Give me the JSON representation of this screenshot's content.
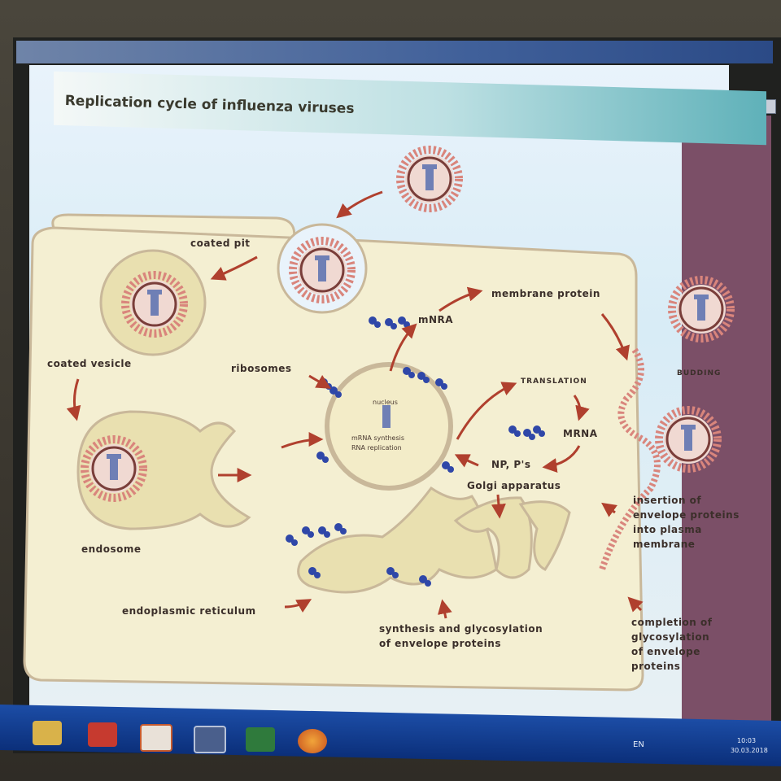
{
  "window": {
    "title": ""
  },
  "slide": {
    "title": "Replication cycle of influenza viruses",
    "labels": {
      "coated_pit": "coated pit",
      "coated_vesicle": "coated vesicle",
      "endosome": "endosome",
      "ribosomes": "ribosomes",
      "nucleus": "nucleus",
      "mrna_synthesis": "mRNA synthesis",
      "rna_replication": "RNA replication",
      "mrna_top": "mNRA",
      "membrane_protein": "membrane protein",
      "translation": "TRANSLATION",
      "mrna_right": "MRNA",
      "np_ps": "NP, P's",
      "golgi": "Golgi apparatus",
      "budding": "BUDDING",
      "insertion": "insertion of\nenvelope proteins\ninto plasma\nmembrane",
      "er": "endoplasmic reticulum",
      "synthesis": "synthesis and glycosylation\nof envelope proteins",
      "completion": "completion of\nglycosylation\nof envelope\nproteins"
    }
  },
  "taskbar": {
    "apps": [
      "file-explorer-icon",
      "acrobat-icon",
      "powerpoint-icon",
      "window-icon",
      "excel-icon",
      "firefox-icon"
    ],
    "tray_lang": "EN",
    "clock_time": "10:03",
    "clock_date": "30.03.2018"
  },
  "colors": {
    "virus_pink": "#d9857c",
    "virus_dark": "#7a3e3a",
    "ribosome_blue": "#2f47a8",
    "cell_fill": "#f4efd2",
    "organelle_fill": "#e9e0b0",
    "arrow_red": "#b0402e"
  }
}
